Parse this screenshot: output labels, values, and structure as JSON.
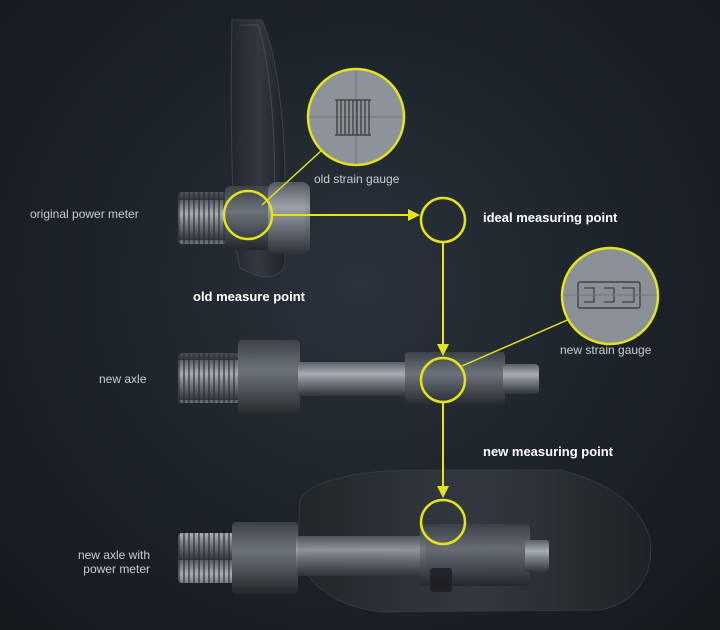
{
  "labels": {
    "original_power_meter": "original power meter",
    "old_strain_gauge": "old strain gauge",
    "ideal_measuring_point": "ideal measuring point",
    "old_measure_point": "old measure point",
    "new_strain_gauge": "new strain gauge",
    "new_axle": "new axle",
    "new_measuring_point": "new measuring point",
    "new_axle_with_power_meter_line1": "new axle with",
    "new_axle_with_power_meter_line2": "power meter"
  },
  "colors": {
    "accent": "#e3e41c",
    "background": "#1c2229",
    "metal_light": "#8c9298",
    "metal_dark": "#3a3f45"
  }
}
